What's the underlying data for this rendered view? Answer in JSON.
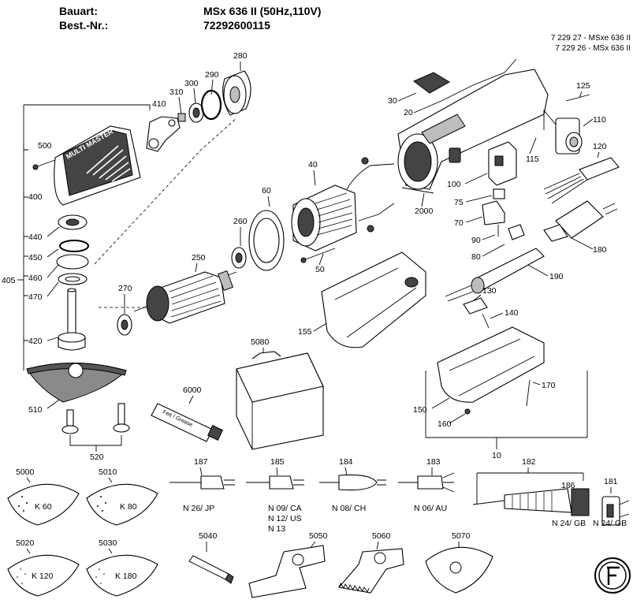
{
  "header": {
    "type_label": "Bauart:",
    "type_value": "MSx 636 II (50Hz,110V)",
    "order_label": "Best.-Nr.:",
    "order_value": "72292600115"
  },
  "variants": [
    "7 229 27 - MSxe 636 II",
    "7 229 26 - MSx 636 II"
  ],
  "parts": {
    "p10": "10",
    "p20": "20",
    "p30": "30",
    "p40": "40",
    "p50": "50",
    "p60": "60",
    "p70": "70",
    "p75": "75",
    "p80": "80",
    "p90": "90",
    "p100": "100",
    "p110": "110",
    "p115": "115",
    "p120": "120",
    "p125": "125",
    "p130": "130",
    "p140": "140",
    "p150": "150",
    "p155": "155",
    "p160": "160",
    "p170": "170",
    "p180": "180",
    "p190": "190",
    "p250": "250",
    "p260": "260",
    "p270": "270",
    "p280": "280",
    "p290": "290",
    "p300": "300",
    "p310": "310",
    "p400": "400",
    "p405": "405",
    "p410": "410",
    "p420": "420",
    "p440": "440",
    "p450": "450",
    "p460": "460",
    "p470": "470",
    "p500": "500",
    "p510": "510",
    "p520": "520",
    "p2000": "2000",
    "p5080": "5080",
    "p6000": "6000",
    "p181": "181",
    "p182": "182",
    "p183": "183",
    "p184": "184",
    "p185": "185",
    "p186": "186",
    "p187": "187",
    "p5000": "5000",
    "p5010": "5010",
    "p5020": "5020",
    "p5030": "5030",
    "p5040": "5040",
    "p5050": "5050",
    "p5060": "5060",
    "p5070": "5070"
  },
  "cords": {
    "c187": "N 26/ JP",
    "c185a": "N 09/ CA",
    "c185b": "N 12/ US",
    "c185c": "N 13",
    "c184": "N 08/ CH",
    "c183": "N 06/ AU",
    "c182": "N 24/ GB",
    "c181": "N 24/ GB"
  },
  "sheets": {
    "k60": "K 60",
    "k80": "K 80",
    "k120": "K 120",
    "k180": "K 180"
  },
  "drawing_text": {
    "brand_housing": "MULTI MASTER",
    "tube_text": "Fett / Grease"
  }
}
